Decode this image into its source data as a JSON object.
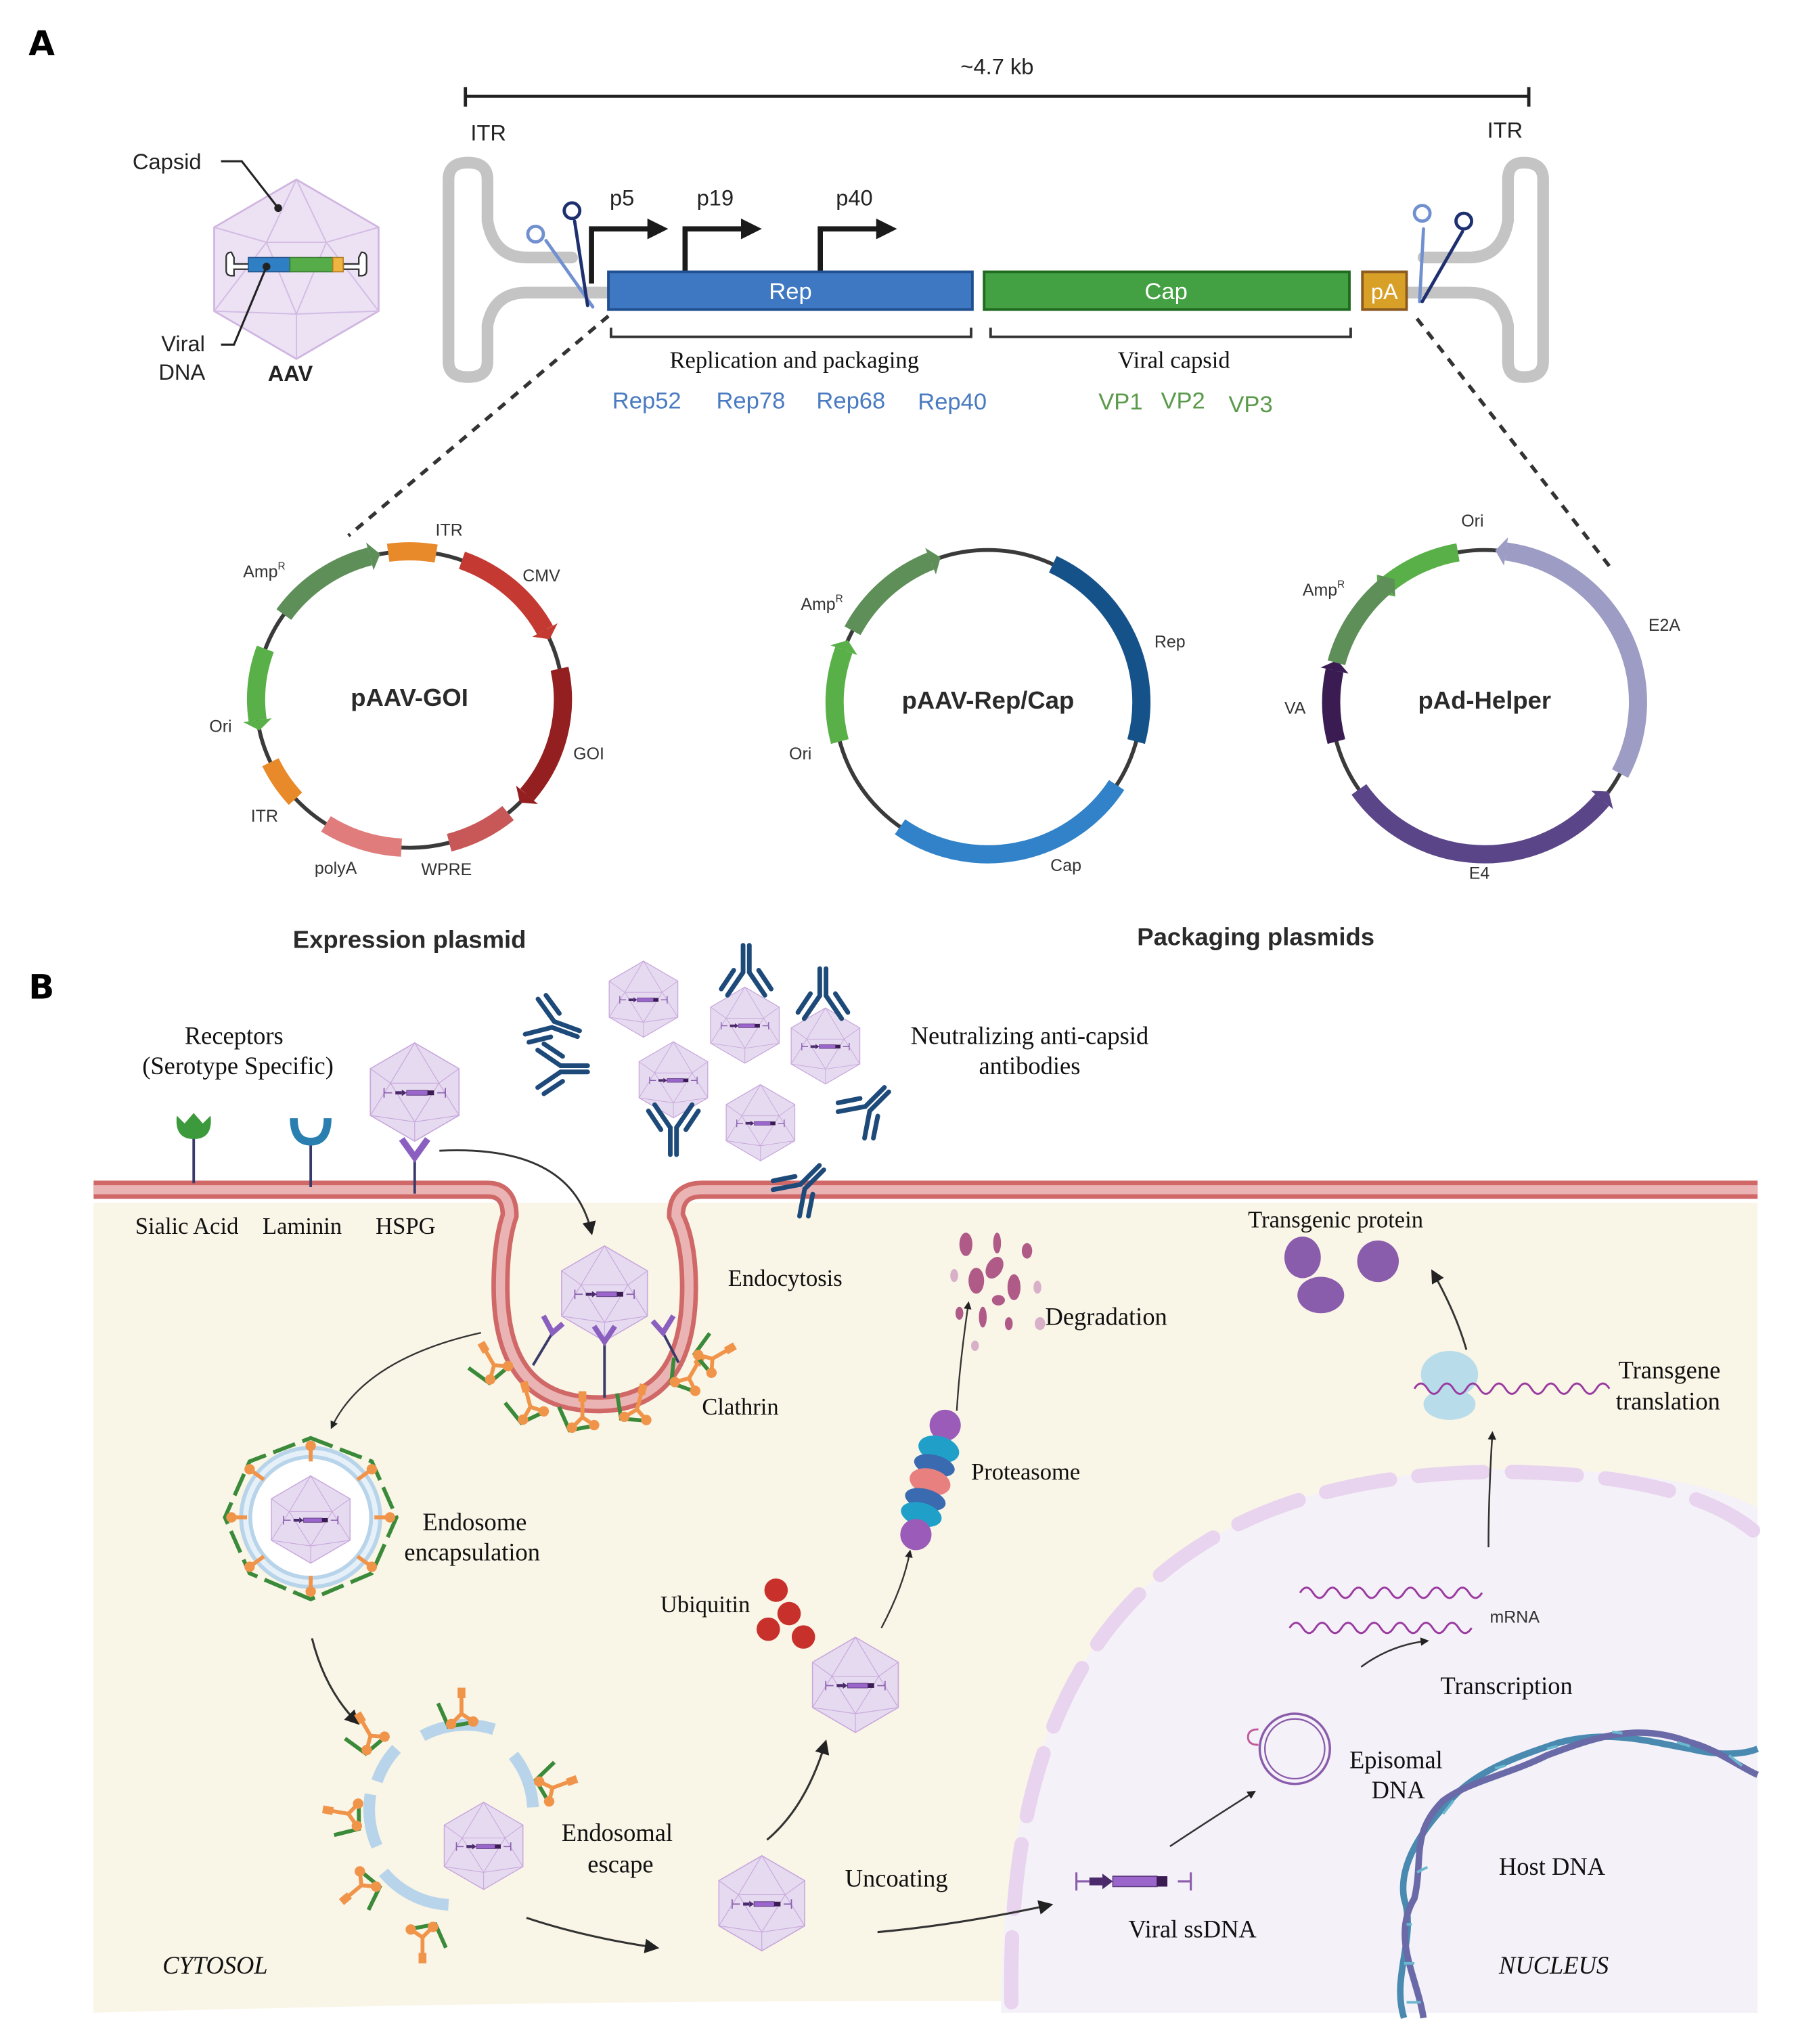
{
  "panel_a": {
    "letter": "A",
    "aav_particle": {
      "capsid_label": "Capsid",
      "dna_label_line1": "Viral",
      "dna_label_line2": "DNA",
      "name": "AAV"
    },
    "genome": {
      "length_label": "~4.7 kb",
      "itr_left": "ITR",
      "itr_right": "ITR",
      "promoters": [
        "p5",
        "p19",
        "p40"
      ],
      "genes": [
        {
          "label": "Rep",
          "color": "#3f78c2"
        },
        {
          "label": "Cap",
          "color": "#43a043"
        },
        {
          "label": "pA",
          "color": "#d9a028"
        }
      ],
      "brackets": [
        {
          "label": "Replication and packaging",
          "proteins": [
            "Rep52",
            "Rep78",
            "Rep68",
            "Rep40"
          ],
          "protein_color": "#4a7bc0"
        },
        {
          "label": "Viral capsid",
          "proteins": [
            "VP1",
            "VP2",
            "VP3"
          ],
          "protein_color": "#5a9a4a"
        }
      ]
    },
    "plasmids": [
      {
        "name": "pAAV-GOI",
        "features": [
          {
            "label": "ITR",
            "color": "#e8892a"
          },
          {
            "label": "CMV",
            "color": "#c43a32"
          },
          {
            "label": "GOI",
            "color": "#941f20"
          },
          {
            "label": "WPRE",
            "color": "#c85858"
          },
          {
            "label": "polyA",
            "color": "#e07c7c"
          },
          {
            "label": "ITR",
            "color": "#e8892a"
          },
          {
            "label": "Ori",
            "color": "#5ab048"
          },
          {
            "label": "AmpR",
            "label_base": "Amp",
            "label_sup": "R",
            "color": "#5e8f58"
          }
        ]
      },
      {
        "name": "pAAV-Rep/Cap",
        "features": [
          {
            "label": "Rep",
            "color": "#16528a"
          },
          {
            "label": "Cap",
            "color": "#3182c8"
          },
          {
            "label": "Ori",
            "color": "#5ab048"
          },
          {
            "label": "AmpR",
            "label_base": "Amp",
            "label_sup": "R",
            "color": "#5e8f58"
          }
        ]
      },
      {
        "name": "pAd-Helper",
        "features": [
          {
            "label": "Ori",
            "color": "#5ab048"
          },
          {
            "label": "E2A",
            "color": "#9d9cc4"
          },
          {
            "label": "E4",
            "color": "#5b4589"
          },
          {
            "label": "VA",
            "color": "#3a1c52"
          },
          {
            "label": "AmpR",
            "label_base": "Amp",
            "label_sup": "R",
            "color": "#5e8f58"
          }
        ]
      }
    ],
    "group_labels": {
      "expression": "Expression plasmid",
      "packaging": "Packaging plasmids"
    }
  },
  "panel_b": {
    "letter": "B",
    "receptors_title_line1": "Receptors",
    "receptors_title_line2": "(Serotype Specific)",
    "receptors": [
      {
        "label": "Sialic Acid",
        "color": "#3c9a3c"
      },
      {
        "label": "Laminin",
        "color": "#2a7fb0"
      },
      {
        "label": "HSPG",
        "color": "#8a5fbf"
      }
    ],
    "antibodies_label_line1": "Neutralizing anti-capsid",
    "antibodies_label_line2": "antibodies",
    "steps": {
      "endocytosis": "Endocytosis",
      "clathrin": "Clathrin",
      "endosome_line1": "Endosome",
      "endosome_line2": "encapsulation",
      "escape_line1": "Endosomal",
      "escape_line2": "escape",
      "ubiquitin": "Ubiquitin",
      "proteasome": "Proteasome",
      "degradation": "Degradation",
      "uncoating": "Uncoating",
      "viral_ssdna": "Viral ssDNA",
      "episomal_line1": "Episomal",
      "episomal_line2": "DNA",
      "transcription": "Transcription",
      "mrna": "mRNA",
      "translation_line1": "Transgene",
      "translation_line2": "translation",
      "transgenic_protein": "Transgenic protein",
      "host_dna": "Host DNA"
    },
    "compartments": {
      "cytosol": "CYTOSOL",
      "nucleus": "NUCLEUS"
    },
    "colors": {
      "cytosol_bg": "#f9f5e7",
      "nucleus_bg": "#f5f1f8",
      "membrane": "#d06868",
      "membrane_inner": "#e8b0b0",
      "capsid_fill": "#e6daf0",
      "capsid_stroke": "#c8a8dc",
      "antibody": "#1e4a7a",
      "clathrin": "#3a8a3a",
      "adaptor": "#f0944a",
      "ubiquitin": "#c8302c",
      "nuclear_envelope": "#e8d4ee"
    }
  }
}
